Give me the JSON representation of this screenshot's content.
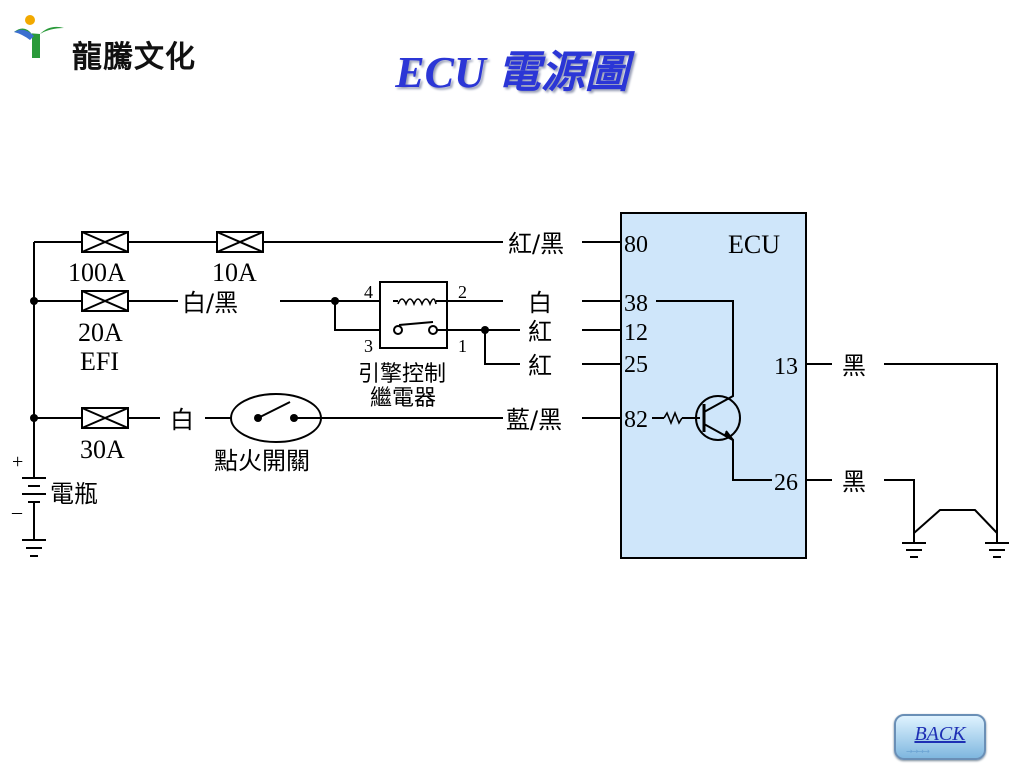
{
  "header": {
    "logo_text": "龍騰文化",
    "title": "ECU 電源圖"
  },
  "diagram": {
    "ecu_label": "ECU",
    "fuses": {
      "f100": "100A",
      "f10": "10A",
      "f20": "20A",
      "efi": "EFI",
      "f30": "30A"
    },
    "wires": {
      "red_black": "紅/黑",
      "white_black": "白/黑",
      "white_relay": "白",
      "red_12": "紅",
      "red_25": "紅",
      "white_ign": "白",
      "blue_black": "藍/黑",
      "black_13": "黑",
      "black_26": "黑"
    },
    "pins": {
      "p80": "80",
      "p38": "38",
      "p12": "12",
      "p25": "25",
      "p82": "82",
      "p13": "13",
      "p26": "26"
    },
    "relay": {
      "line1": "引擎控制",
      "line2": "繼電器",
      "t4": "4",
      "t2": "2",
      "t3": "3",
      "t1": "1"
    },
    "ignition_switch": "點火開關",
    "battery": {
      "label": "電瓶",
      "plus": "+",
      "minus": "–"
    }
  },
  "colors": {
    "ecu_fill": "#cfe6fa",
    "title": "#2b36d6"
  },
  "nav": {
    "back_label": "BACK",
    "back_arrows": "→→→→"
  }
}
